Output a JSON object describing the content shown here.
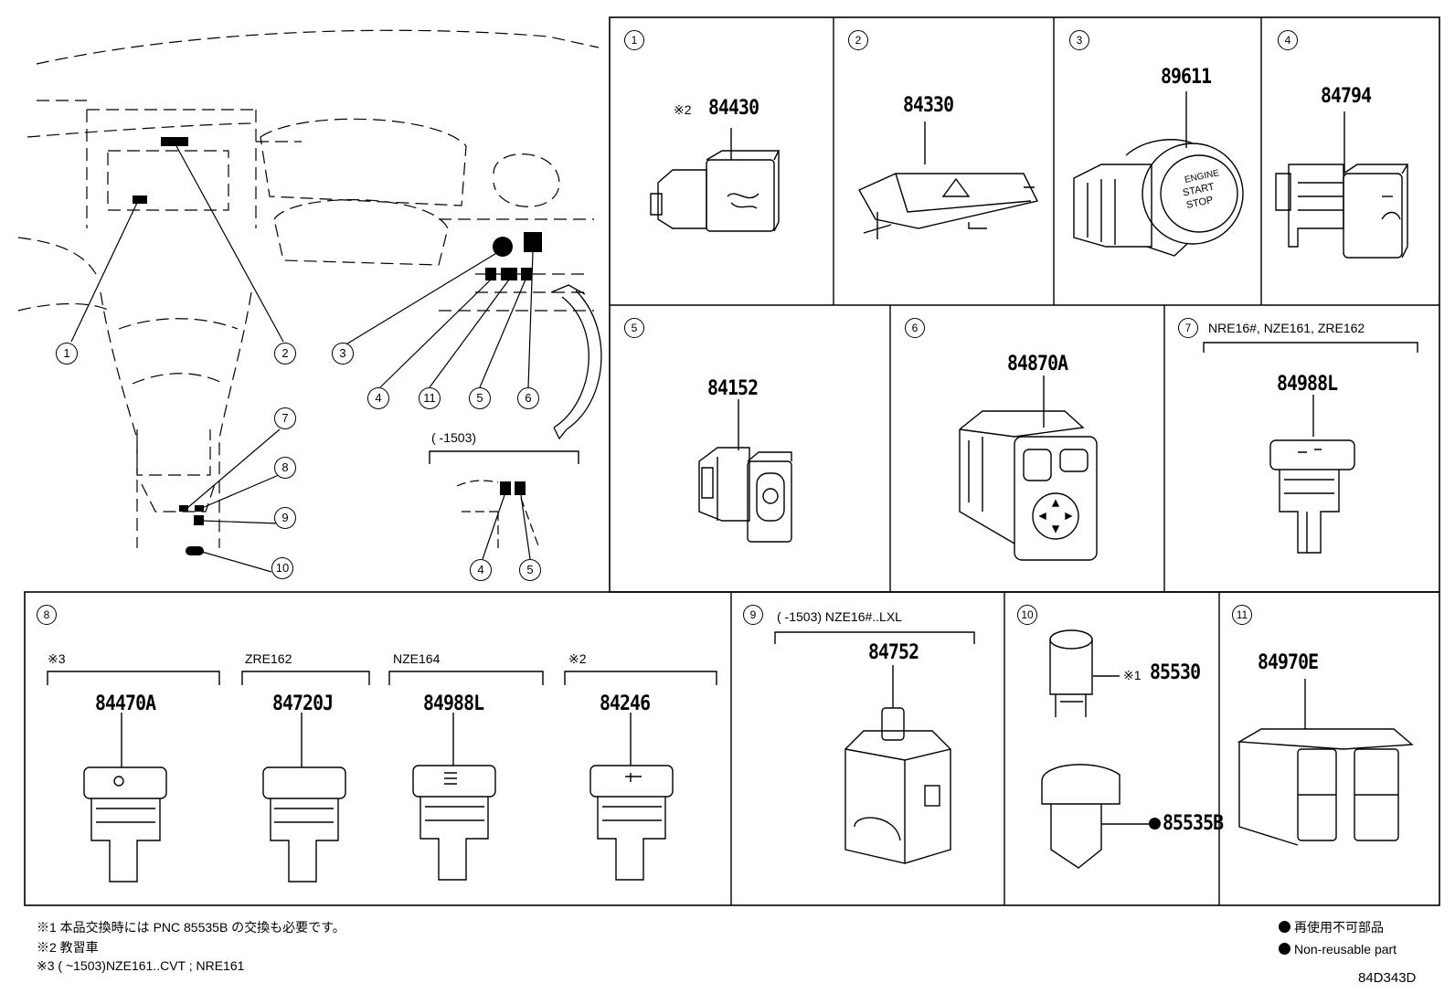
{
  "diagram_code": "84D343D",
  "callouts": [
    "1",
    "2",
    "3",
    "4",
    "11",
    "5",
    "6",
    "7",
    "8",
    "9",
    "10"
  ],
  "inset": {
    "label": "(        -1503)",
    "callouts": [
      "4",
      "5"
    ]
  },
  "panels": {
    "p1": {
      "num": "1",
      "mark": "※2",
      "part": "84430"
    },
    "p2": {
      "num": "2",
      "part": "84330"
    },
    "p3": {
      "num": "3",
      "part": "89611",
      "button_lines": [
        "ENGINE",
        "START",
        "STOP"
      ]
    },
    "p4": {
      "num": "4",
      "part": "84794"
    },
    "p5": {
      "num": "5",
      "part": "84152"
    },
    "p6": {
      "num": "6",
      "part": "84870A"
    },
    "p7": {
      "num": "7",
      "condition": "NRE16#, NZE161, ZRE162",
      "part": "84988L"
    },
    "p8": {
      "num": "8",
      "groups": [
        {
          "condition": "※3",
          "part": "84470A"
        },
        {
          "condition": "ZRE162",
          "part": "84720J"
        },
        {
          "condition": "NZE164",
          "part": "84988L"
        },
        {
          "condition": "※2",
          "part": "84246"
        }
      ]
    },
    "p9": {
      "num": "9",
      "condition": "(        -1503) NZE16#..LXL",
      "part": "84752"
    },
    "p10": {
      "num": "10",
      "part_a_mark": "※1",
      "part_a": "85530",
      "part_b": "85535B"
    },
    "p11": {
      "num": "11",
      "part": "84970E"
    }
  },
  "notes": [
    "※1 本品交換時には PNC 85535B の交換も必要です。",
    "※2 教習車",
    "※3 (        ~1503)NZE161..CVT ; NRE161"
  ],
  "legend": [
    "再使用不可部品",
    "Non-reusable part"
  ]
}
